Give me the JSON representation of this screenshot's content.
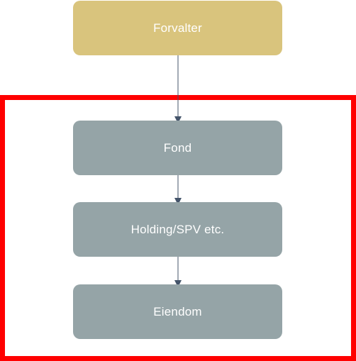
{
  "diagram": {
    "nodes": [
      {
        "id": "forvalter",
        "label": "Forvalter",
        "color": "#d9c47d"
      },
      {
        "id": "fond",
        "label": "Fond",
        "color": "#95a4a7"
      },
      {
        "id": "holding",
        "label": "Holding/SPV etc.",
        "color": "#95a4a7"
      },
      {
        "id": "eiendom",
        "label": "Eiendom",
        "color": "#95a4a7"
      }
    ],
    "edges": [
      {
        "from": "forvalter",
        "to": "fond"
      },
      {
        "from": "fond",
        "to": "holding"
      },
      {
        "from": "holding",
        "to": "eiendom"
      }
    ],
    "highlight_color": "#ff0000",
    "connector_color": "#44546a"
  }
}
